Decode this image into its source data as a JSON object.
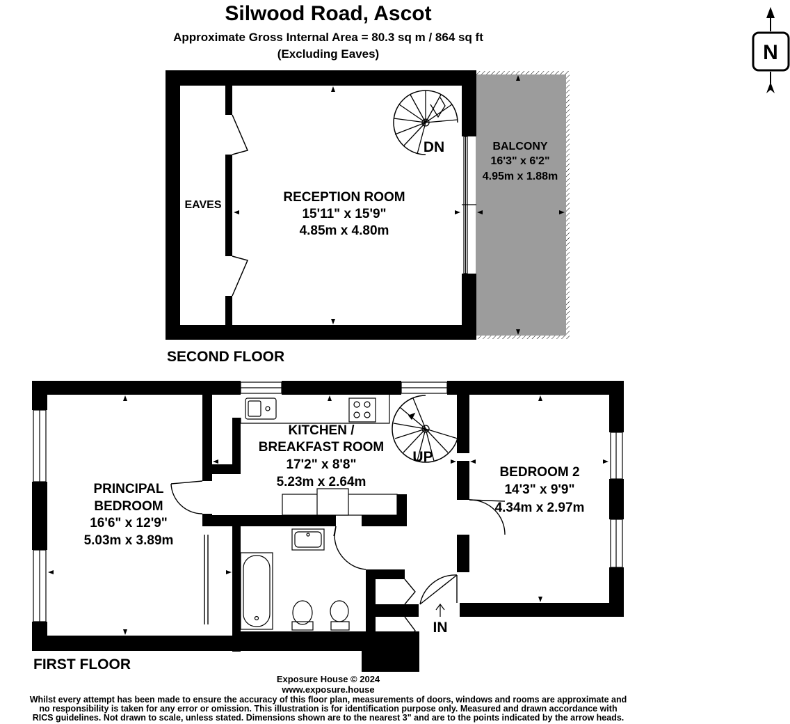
{
  "header": {
    "title": "Silwood Road, Ascot",
    "area": "Approximate Gross Internal Area = 80.3 sq m / 864 sq ft",
    "note": "(Excluding Eaves)"
  },
  "compass": {
    "letter": "N"
  },
  "second_floor": {
    "label": "SECOND FLOOR",
    "eaves": "EAVES",
    "reception": {
      "name": "RECEPTION ROOM",
      "imperial": "15'11\" x 15'9\"",
      "metric": "4.85m x 4.80m"
    },
    "balcony": {
      "name": "BALCONY",
      "imperial": "16'3\" x 6'2\"",
      "metric": "4.95m x 1.88m"
    },
    "stair_label": "DN"
  },
  "first_floor": {
    "label": "FIRST FLOOR",
    "principal": {
      "name_line1": "PRINCIPAL",
      "name_line2": "BEDROOM",
      "imperial": "16'6\" x 12'9\"",
      "metric": "5.03m x 3.89m"
    },
    "kitchen": {
      "name_line1": "KITCHEN /",
      "name_line2": "BREAKFAST ROOM",
      "imperial": "17'2\" x 8'8\"",
      "metric": "5.23m x 2.64m"
    },
    "bedroom2": {
      "name": "BEDROOM 2",
      "imperial": "14'3\" x 9'9\"",
      "metric": "4.34m x 2.97m"
    },
    "stair_label": "UP",
    "entrance_label": "IN"
  },
  "footer": {
    "copyright": "Exposure House © 2024",
    "website": "www.exposure.house",
    "disclaimer_1": "Whilst every attempt has been made to ensure the accuracy of this floor plan, measurements of doors, windows and rooms are approximate and",
    "disclaimer_2": "no responsibility is taken for any error or omission. This illustration is for identification purpose only. Measured and drawn accordance with",
    "disclaimer_3": "RICS guidelines. Not drawn to scale, unless stated. Dimensions shown are to the nearest 3\" and are to the points indicated by the arrow heads."
  },
  "colors": {
    "wall": "#000000",
    "balcony_fill": "#9c9c9c",
    "background": "#ffffff"
  }
}
